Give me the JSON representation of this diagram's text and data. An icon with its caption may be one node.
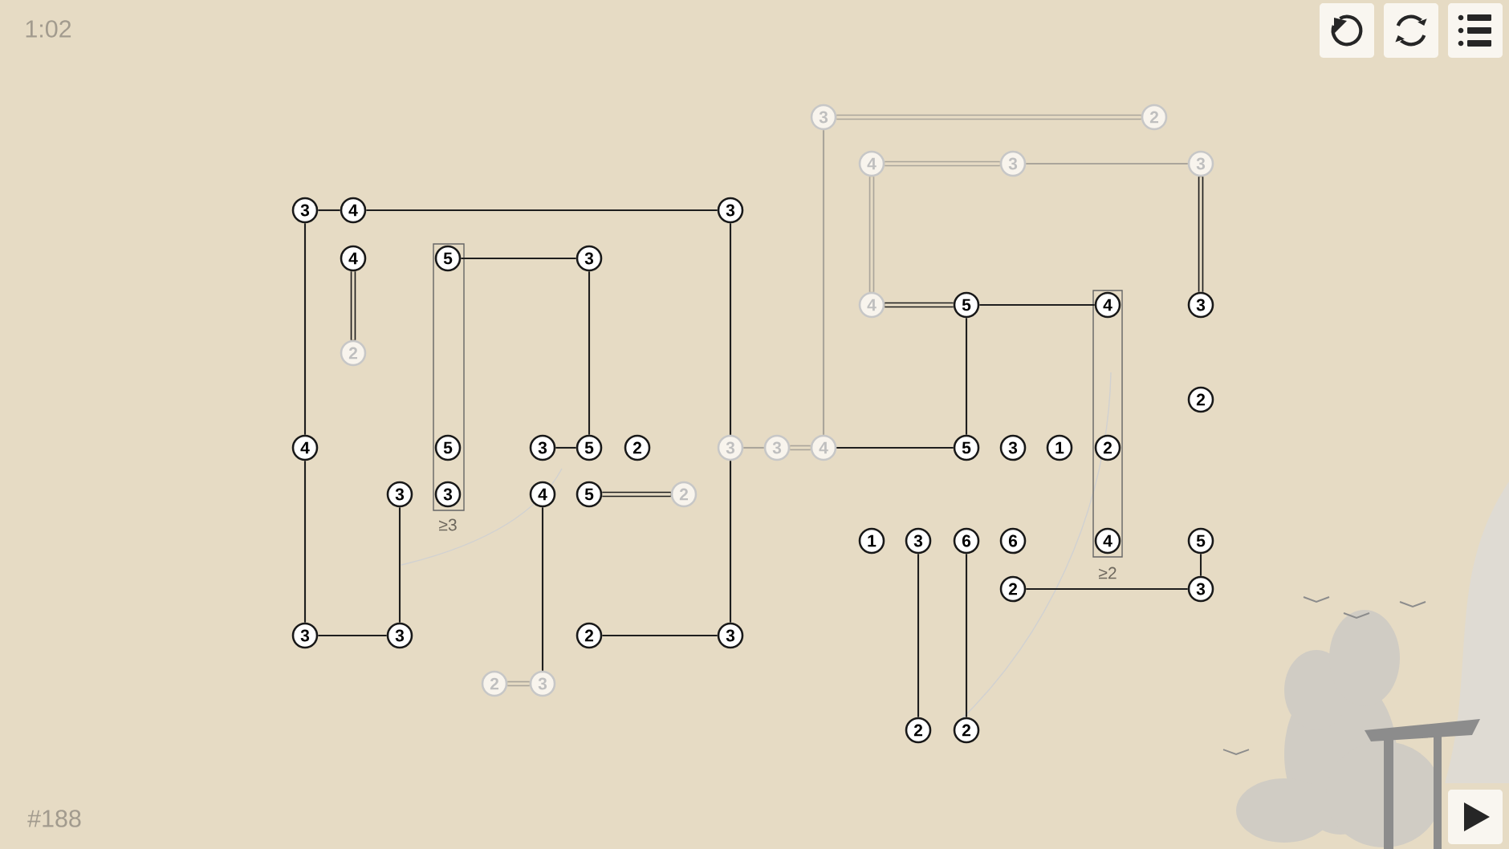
{
  "diagram": {
    "nodes": [
      {
        "text": [
          "3"
        ]
      },
      {
        "text": [
          "4"
        ]
      },
      {
        "text": [
          "3"
        ]
      },
      {
        "text": [
          "4"
        ]
      },
      {
        "text": [
          "5"
        ]
      },
      {
        "text": [
          "3"
        ]
      },
      {
        "text": [
          "2"
        ]
      },
      {
        "text": [
          "4"
        ]
      },
      {
        "text": [
          "5"
        ]
      },
      {
        "text": [
          "3"
        ]
      },
      {
        "text": [
          "5"
        ]
      },
      {
        "text": [
          "2"
        ]
      },
      {
        "text": [
          "3"
        ]
      },
      {
        "text": [
          "3"
        ]
      },
      {
        "text": [
          "4"
        ]
      },
      {
        "text": [
          "3"
        ]
      },
      {
        "text": [
          "3"
        ]
      },
      {
        "text": [
          "4"
        ]
      },
      {
        "text": [
          "5"
        ]
      },
      {
        "text": [
          "2"
        ]
      },
      {
        "text": [
          "3"
        ]
      },
      {
        "text": [
          "3"
        ]
      },
      {
        "text": [
          "2"
        ]
      },
      {
        "text": [
          "3"
        ]
      },
      {
        "text": [
          "2"
        ]
      },
      {
        "text": [
          "3"
        ]
      },
      {
        "text": [
          "3"
        ]
      },
      {
        "text": [
          "2"
        ]
      },
      {
        "text": [
          "4"
        ]
      },
      {
        "text": [
          "3"
        ]
      },
      {
        "text": [
          "3"
        ]
      },
      {
        "text": [
          "4"
        ]
      },
      {
        "text": [
          "5"
        ]
      },
      {
        "text": [
          "4"
        ]
      },
      {
        "text": [
          "3"
        ]
      },
      {
        "text": [
          "2"
        ]
      },
      {
        "text": [
          "5"
        ]
      },
      {
        "text": [
          "3"
        ]
      },
      {
        "text": [
          "1"
        ]
      },
      {
        "text": [
          "2"
        ]
      },
      {
        "text": [
          "1"
        ]
      },
      {
        "text": [
          "3"
        ]
      },
      {
        "text": [
          "6"
        ]
      },
      {
        "text": [
          "6"
        ]
      },
      {
        "text": [
          "4"
        ]
      },
      {
        "text": [
          "5"
        ]
      },
      {
        "text": [
          "2"
        ]
      },
      {
        "text": [
          "3"
        ]
      },
      {
        "text": [
          "2"
        ]
      },
      {
        "text": [
          "2"
        ]
      }
    ],
    "edges": [
      {
        "from": 0,
        "to": 1,
        "arrow": "none"
      },
      {
        "from": 1,
        "to": 2,
        "arrow": "none"
      },
      {
        "from": 0,
        "to": 7,
        "arrow": "none"
      },
      {
        "from": 7,
        "to": 20,
        "arrow": "none"
      },
      {
        "from": 2,
        "to": 12,
        "arrow": "none"
      },
      {
        "from": 12,
        "to": 23,
        "arrow": "none"
      },
      {
        "from": 3,
        "to": 6,
        "arrow": "none",
        "style": "thick"
      },
      {
        "from": 4,
        "to": 5,
        "arrow": "none"
      },
      {
        "from": 5,
        "to": 10,
        "arrow": "none"
      },
      {
        "from": 9,
        "to": 10,
        "arrow": "none"
      },
      {
        "from": 12,
        "to": 13,
        "arrow": "none",
        "color": "#aaa59b"
      },
      {
        "from": 13,
        "to": 14,
        "arrow": "none",
        "style": "thick",
        "color": "#aaa59b"
      },
      {
        "from": 14,
        "to": 36,
        "arrow": "none"
      },
      {
        "from": 14,
        "to": 26,
        "arrow": "none",
        "color": "#aaa59b"
      },
      {
        "from": 26,
        "to": 27,
        "arrow": "none",
        "style": "thick",
        "color": "#aaa59b"
      },
      {
        "from": 28,
        "to": 29,
        "arrow": "none",
        "style": "thick",
        "color": "#aaa59b"
      },
      {
        "from": 29,
        "to": 30,
        "arrow": "none",
        "color": "#aaa59b"
      },
      {
        "from": 28,
        "to": 31,
        "arrow": "none",
        "style": "thick",
        "color": "#aaa59b"
      },
      {
        "from": 30,
        "to": 34,
        "arrow": "none",
        "style": "thick"
      },
      {
        "from": 31,
        "to": 32,
        "arrow": "none",
        "style": "thick"
      },
      {
        "from": 32,
        "to": 33,
        "arrow": "none"
      },
      {
        "from": 32,
        "to": 36,
        "arrow": "none"
      },
      {
        "from": 15,
        "to": 21,
        "arrow": "none"
      },
      {
        "from": 20,
        "to": 21,
        "arrow": "none"
      },
      {
        "from": 17,
        "to": 25,
        "arrow": "none"
      },
      {
        "from": 24,
        "to": 25,
        "arrow": "none",
        "style": "thick",
        "color": "#aaa59b"
      },
      {
        "from": 18,
        "to": 19,
        "arrow": "none",
        "style": "thick"
      },
      {
        "from": 22,
        "to": 23,
        "arrow": "none"
      },
      {
        "from": 41,
        "to": 48,
        "arrow": "none"
      },
      {
        "from": 42,
        "to": 49,
        "arrow": "none"
      },
      {
        "from": 46,
        "to": 47,
        "arrow": "none"
      },
      {
        "from": 45,
        "to": 47,
        "arrow": "none"
      }
    ],
    "labels": [
      "1:02",
      "≥3",
      "≥2",
      "#188"
    ]
  }
}
